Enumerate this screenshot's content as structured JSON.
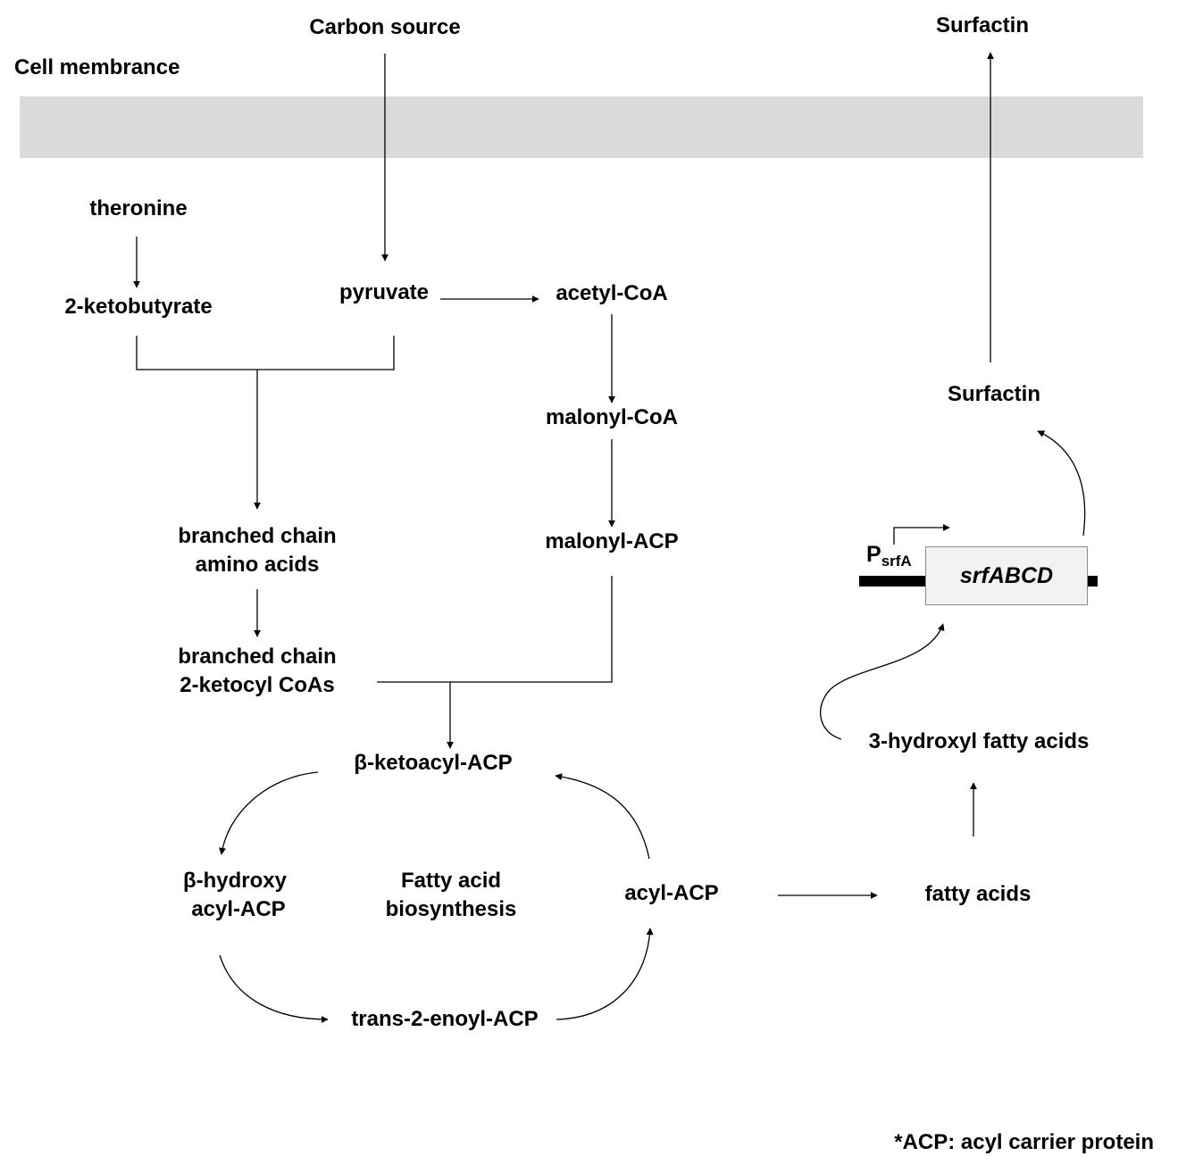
{
  "diagram": {
    "membrane_label": "Cell membrance",
    "nodes": {
      "carbon_source": "Carbon source",
      "surfactin_outside": "Surfactin",
      "theronine": "theronine",
      "ketobutyrate": "2-ketobutyrate",
      "pyruvate": "pyruvate",
      "acetyl_coa": "acetyl-CoA",
      "malonyl_coa": "malonyl-CoA",
      "malonyl_acp": "malonyl-ACP",
      "bcaa_line1": "branched chain",
      "bcaa_line2": "amino acids",
      "bckc_line1": "branched chain",
      "bckc_line2": "2-ketocyl CoAs",
      "ketoacyl_acp": "β-ketoacyl-ACP",
      "hydroxy_line1": "β-hydroxy",
      "hydroxy_line2": "acyl-ACP",
      "center_line1": "Fatty acid",
      "center_line2": "biosynthesis",
      "acyl_acp": "acyl-ACP",
      "enoyl_acp": "trans-2-enoyl-ACP",
      "fatty_acids": "fatty acids",
      "hydroxyl_fatty_acids": "3-hydroxyl fatty acids",
      "surfactin_inside": "Surfactin"
    },
    "gene": {
      "promoter_main": "P",
      "promoter_sub": "srfA",
      "operon": "srfABCD"
    },
    "footnote": "*ACP: acyl carrier protein"
  },
  "colors": {
    "membrane": "#dadada",
    "line": "#000000",
    "gene_box_fill": "#f2f2f2",
    "gene_box_border": "#8c8c8c"
  }
}
